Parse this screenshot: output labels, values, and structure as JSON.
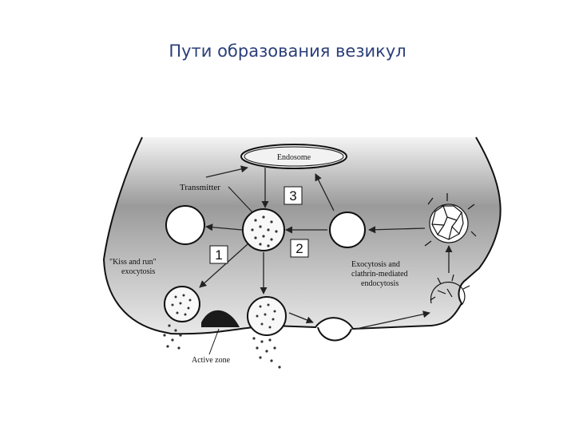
{
  "slide": {
    "title": "Пути образования везикул"
  },
  "diagram": {
    "endosome_label": "Endosome",
    "transmitter_label": "Transmitter",
    "kiss_label_line1": "\"Kiss and run\"",
    "kiss_label_line2": "exocytosis",
    "exo_label_line1": "Exocytosis and",
    "exo_label_line2": "clathrin-mediated",
    "exo_label_line3": "endocytosis",
    "active_zone_label": "Active zone",
    "markers": {
      "one": "1",
      "two": "2",
      "three": "3"
    }
  }
}
